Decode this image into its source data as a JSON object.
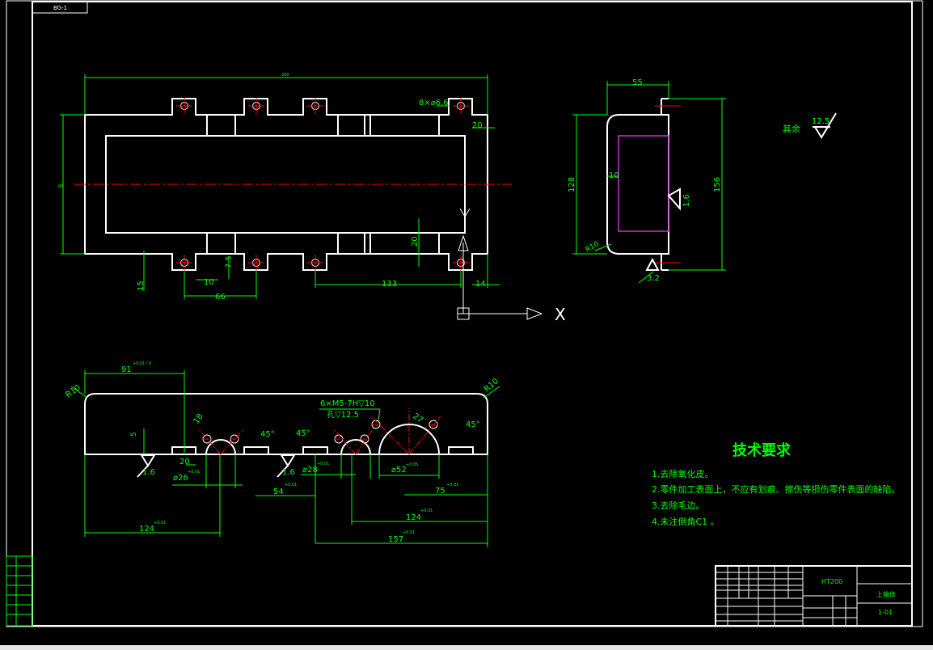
{
  "sheet_code": "BG-1",
  "top_view": {
    "overall_width_label": "200",
    "height_label": "88",
    "hole_callout": "8×⌀6.6",
    "edge_offset": "20",
    "inner_offset": "20",
    "dims": [
      "15",
      "10",
      "7.5",
      "66",
      "133",
      "14"
    ]
  },
  "side_view": {
    "width_label": "55",
    "height_label": "128",
    "total_label": "156",
    "offset_label": "10",
    "radius_label": "R10",
    "rough_side": "1.6",
    "rough_bottom": "3.2"
  },
  "axis_marker": {
    "x_label": "X"
  },
  "general_roughness": {
    "prefix": "其余",
    "value": "12.5"
  },
  "front_view": {
    "radius_left": "R10",
    "radius_right": "R10",
    "top_dim": "91",
    "top_dim_tol": "+0.01 / 0",
    "thread_callout": "6×M5-7H▽10",
    "thread_callout_2": "孔▽12.5",
    "angles": [
      "45°",
      "45°",
      "45°"
    ],
    "radii": [
      "18",
      "27"
    ],
    "left_h": "5",
    "rough": [
      "1.6",
      "1.6"
    ],
    "dims": [
      "20",
      "⌀26",
      "+0.01",
      "⌀28",
      "+0.01",
      "⌀52",
      "+0.05",
      "54",
      "+0.01",
      "75",
      "+0.01",
      "124",
      "+0.01",
      "124",
      "+0.01",
      "157",
      "+0.01"
    ]
  },
  "technical_requirements": {
    "title": "技术要求",
    "items": [
      "1.去除氧化皮。",
      "2.零件加工表面上，不应有划痕、擦伤等损伤零件表面的缺陷。",
      "3.去除毛边。",
      "4.未注倒角C1 。"
    ]
  },
  "title_block": {
    "material": "HT200",
    "part_name": "上箱体",
    "drawing_no": "1-01"
  }
}
